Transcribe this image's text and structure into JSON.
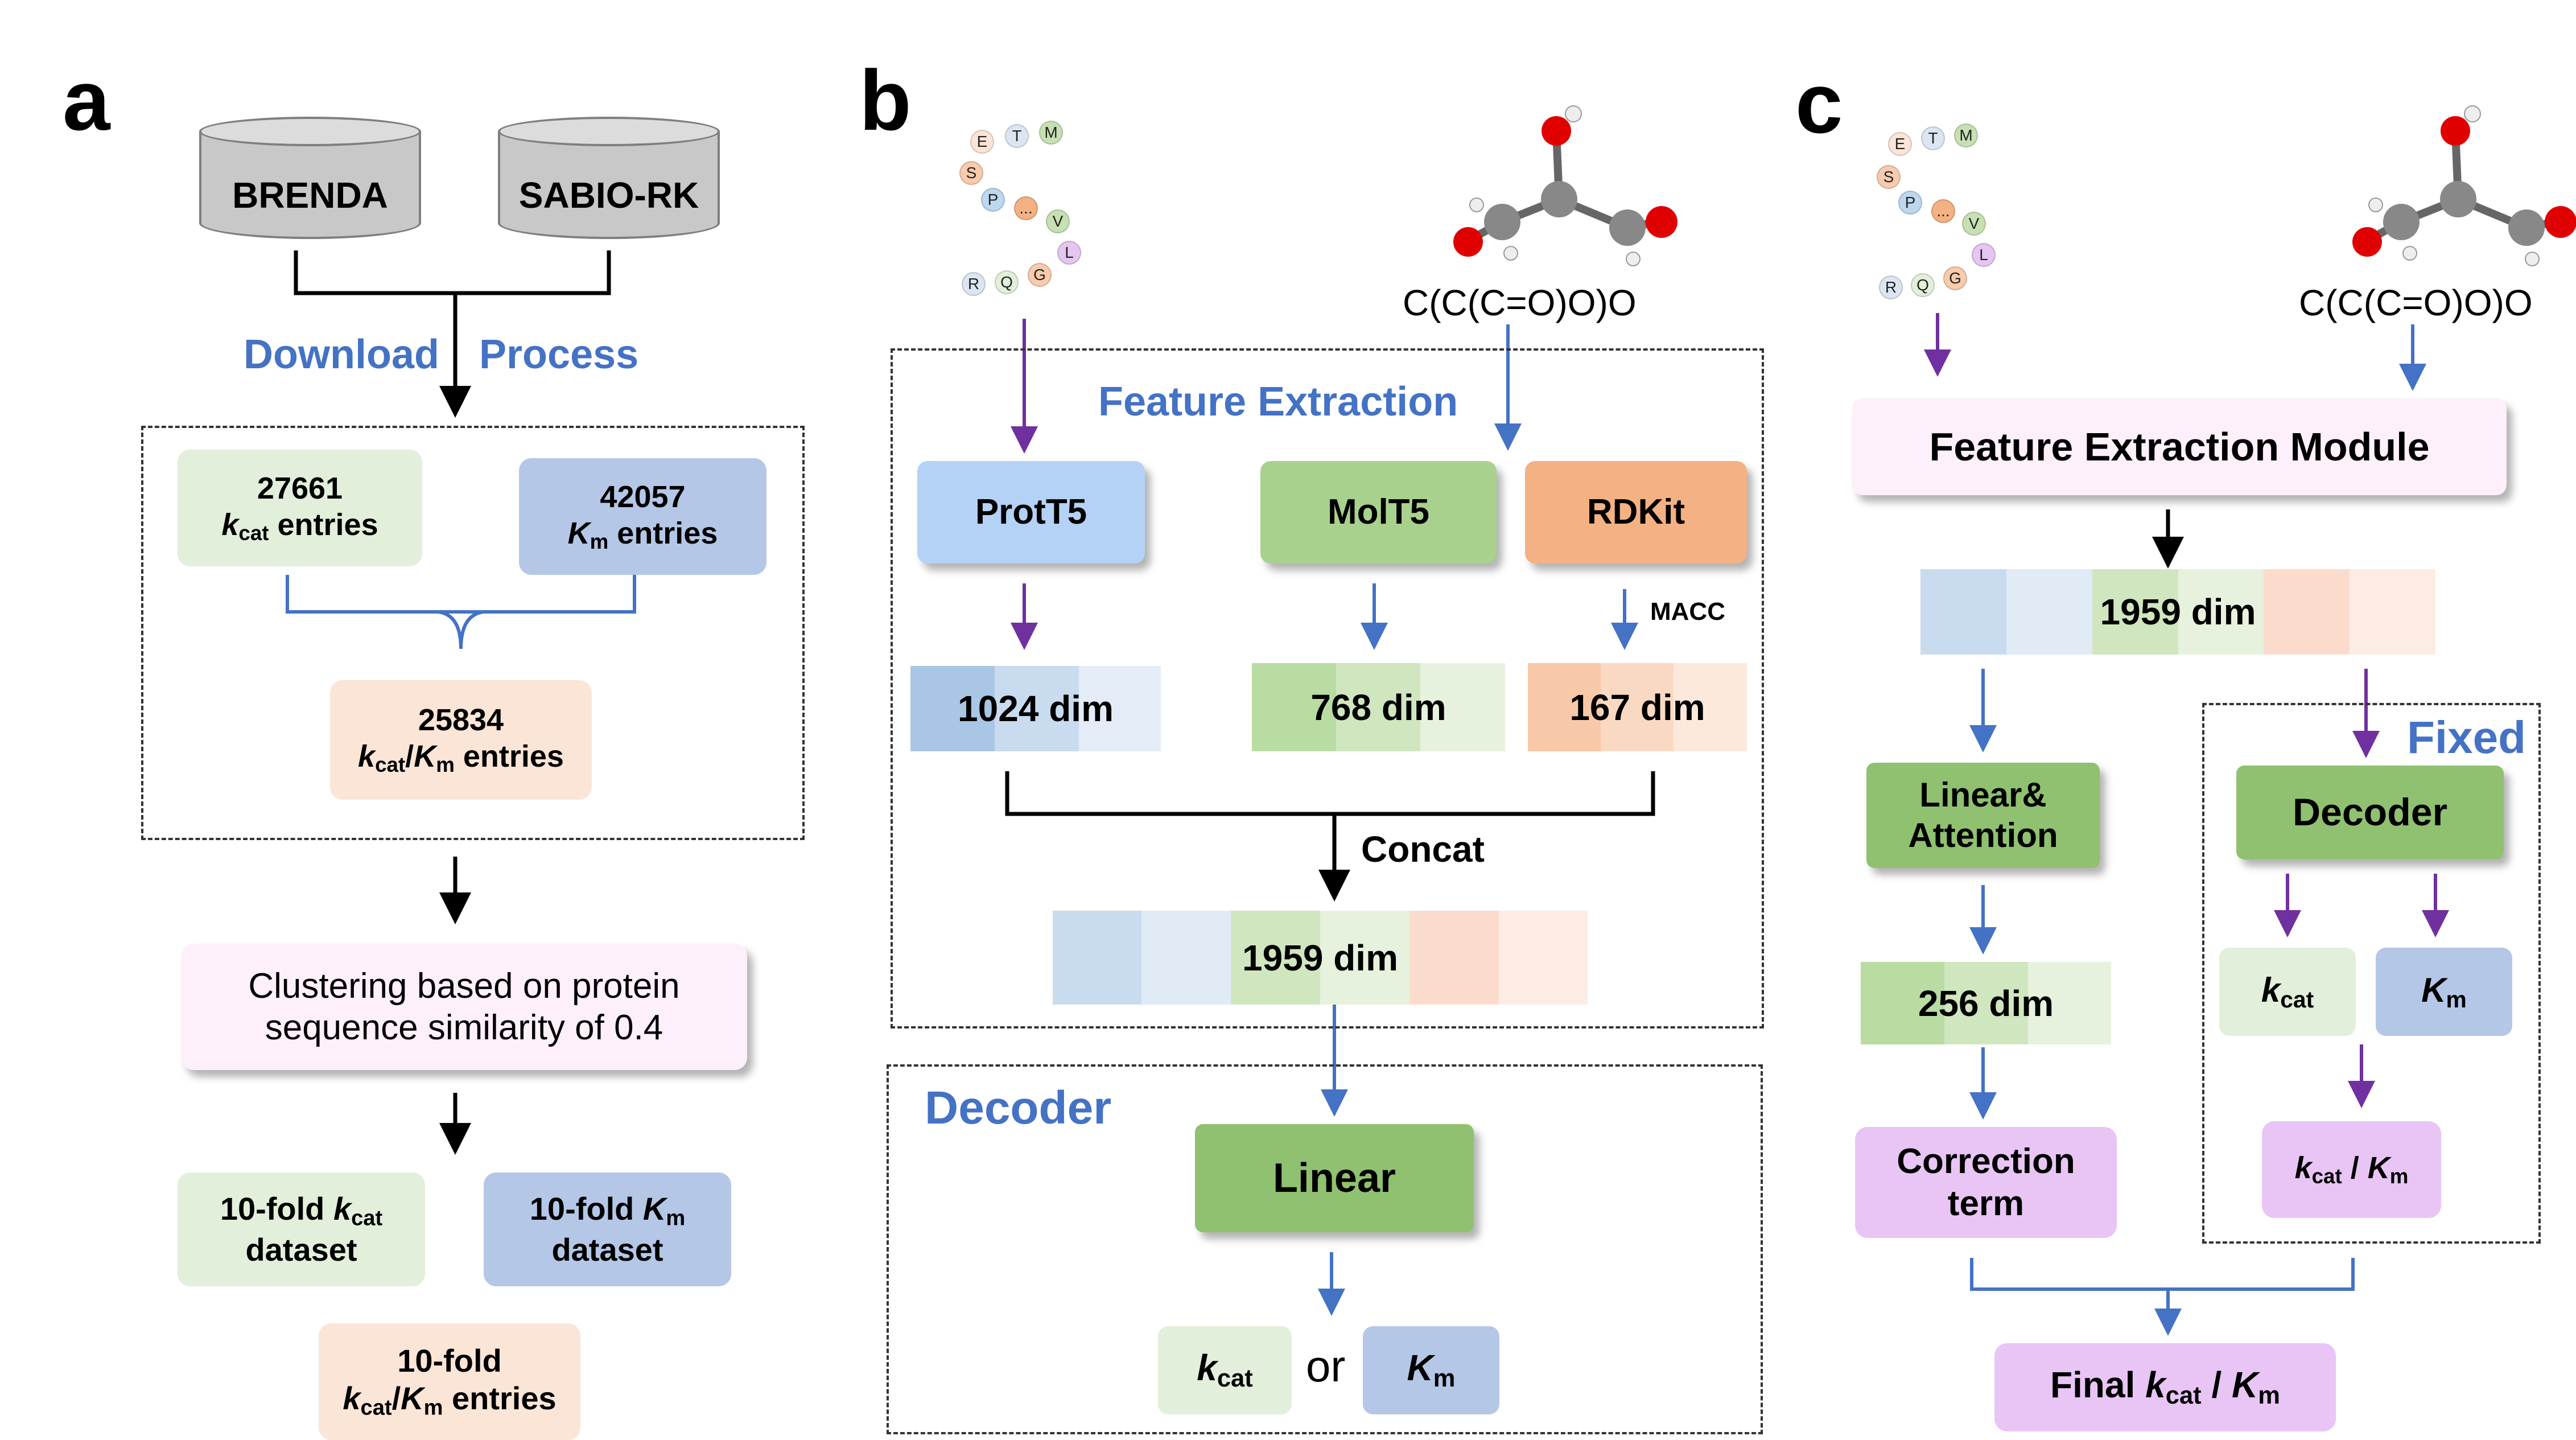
{
  "panels": {
    "a": "a",
    "b": "b",
    "c": "c"
  },
  "panel_a": {
    "db1": "BRENDA",
    "db2": "SABIO-RK",
    "download": "Download",
    "process": "Process",
    "kcat_count": "27661",
    "km_count": "42057",
    "ratio_count": "25834",
    "entries": "entries",
    "clustering": [
      "Clustering based on protein",
      "sequence similarity of 0.4"
    ],
    "tenfold_kcat": "10-fold",
    "tenfold_km": "10-fold",
    "tenfold_ratio": "10-fold",
    "dataset": "dataset"
  },
  "symbols": {
    "k": "k",
    "cat": "cat",
    "K": "K",
    "m": "m",
    "slash": "/"
  },
  "sequence_beads": [
    "E",
    "T",
    "M",
    "S",
    "P",
    "...",
    "V",
    "L",
    "G",
    "Q",
    "R"
  ],
  "panel_b": {
    "feature_extraction": "Feature Extraction",
    "smiles": "C(C(C=O)O)O",
    "prott5": "ProtT5",
    "molt5": "MolT5",
    "rdkit": "RDKit",
    "macc": "MACC",
    "dim_1024": "1024 dim",
    "dim_768": "768 dim",
    "dim_167": "167 dim",
    "concat": "Concat",
    "dim_1959": "1959 dim",
    "decoder": "Decoder",
    "linear": "Linear",
    "or": "or"
  },
  "panel_c": {
    "smiles": "C(C(C=O)O)O",
    "module": "Feature Extraction Module",
    "dim_1959": "1959 dim",
    "linear_attention": [
      "Linear&",
      "Attention"
    ],
    "fixed": "Fixed",
    "decoder": "Decoder",
    "dim_256": "256 dim",
    "correction": [
      "Correction",
      "term"
    ],
    "final": "Final"
  },
  "colors": {
    "green_box": "#e2efda",
    "blue_box": "#b4c7e7",
    "peach_box": "#fbe5d6",
    "pink_box": "#fdf0fb",
    "prott5": "#b4d2f5",
    "molt5": "#a9d18e",
    "rdkit": "#f4b183",
    "linear": "#8fc170",
    "purple_box": "#e8c5f5",
    "blue_text": "#4472c4",
    "arrow_blue": "#4472c4",
    "arrow_purple": "#7030a0"
  }
}
